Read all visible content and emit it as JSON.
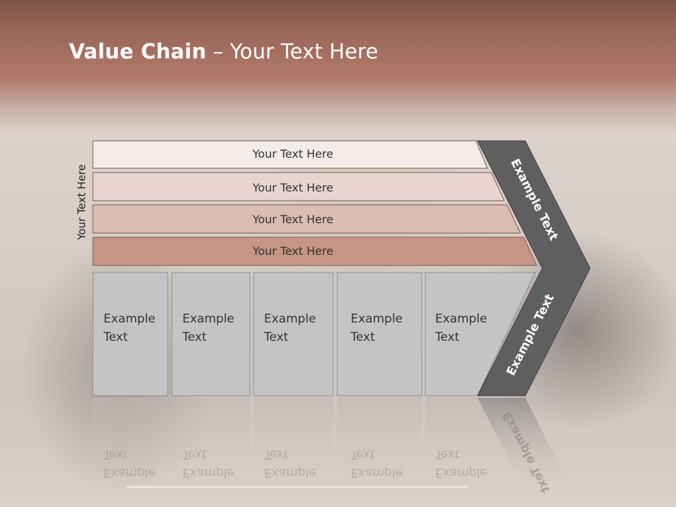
{
  "slide": {
    "title_bold": "Value Chain",
    "title_rest": " – Your Text Here",
    "side_label": "Your Text Here",
    "bars": [
      {
        "label": "Your Text Here"
      },
      {
        "label": "Your Text Here"
      },
      {
        "label": "Your Text Here"
      },
      {
        "label": "Your Text Here"
      }
    ],
    "columns": [
      {
        "line1": "Example",
        "line2": "Text"
      },
      {
        "line1": "Example",
        "line2": "Text"
      },
      {
        "line1": "Example",
        "line2": "Text"
      },
      {
        "line1": "Example",
        "line2": "Text"
      },
      {
        "line1": "Example",
        "line2": "Text"
      }
    ],
    "chevron_top": "Example Text",
    "chevron_bottom": "Example Text",
    "colors": {
      "bar1": "#f3ecea",
      "bar2": "#e8d5cf",
      "bar3": "#dabdb3",
      "bar4": "#c69584",
      "column": "#c4c4c4",
      "chevron": "#5f5f5f"
    }
  }
}
